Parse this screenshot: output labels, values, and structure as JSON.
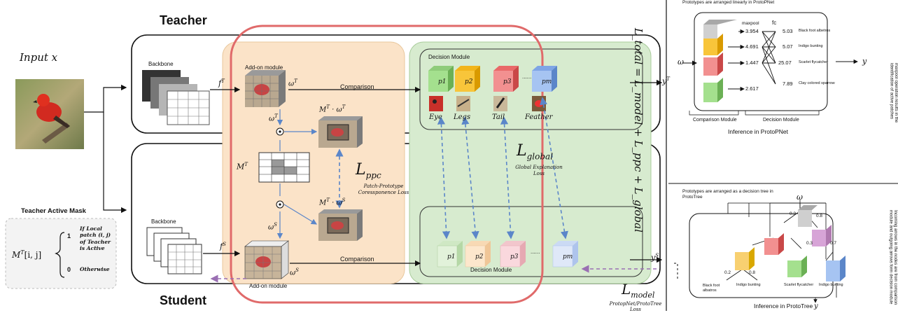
{
  "left": {
    "input_label": "Input  x",
    "active_mask_title": "Teacher Active Mask",
    "mask_formula": "M",
    "mask_sup": "T",
    "mask_args": "[i, j]",
    "case_one_value": "1",
    "case_one_text": "If Local patch (i, j) of Teacher is Active",
    "case_zero_value": "0",
    "case_zero_text": "Otherwise"
  },
  "center": {
    "teacher_title": "Teacher",
    "student_title": "Student",
    "backbone_label": "Backbone",
    "addon_label": "Add-on module",
    "comparison_label": "Comparison",
    "decision_module_label": "Decision Module",
    "part_labels": [
      "Eye",
      "Legs",
      "Tail",
      "Feather"
    ],
    "f_teacher": "f",
    "f_student": "f",
    "omega": "ω",
    "sup_t": "T",
    "sup_s": "S",
    "mask_times_omega": "M",
    "dot_omega": " · ω",
    "l_ppc": "L",
    "l_ppc_sub": "ppc",
    "ppc_desc": "Patch-Prototype Coressponence Loss",
    "l_global": "L",
    "l_global_sub": "global",
    "global_desc": "Global Explanation Loss",
    "l_model": "L",
    "l_model_sub": "model",
    "model_desc": "ProtopNet/ProtoTree Loss",
    "y_label": "y",
    "ldots": "......",
    "prototypes_t": [
      "p1",
      "p2",
      "p3",
      "pm"
    ],
    "prototypes_s": [
      "p1",
      "p2",
      "p3",
      "pm"
    ],
    "total_loss": "L_total = L_model + L_ppc + L_global"
  },
  "protopnet": {
    "top_text": "Prototypes are arranged linearly in ProtoPNet",
    "maxpool": "maxpool",
    "fc": "fc",
    "scores": [
      "3.954",
      "4.691",
      "1.447",
      "2.617"
    ],
    "outputs": [
      "5.03",
      "5.07",
      "25.07",
      "7.89"
    ],
    "classes": [
      "Black foot albetros",
      "Indigo bunting",
      "Scarlet flycatcher",
      "Clay colored sparrow"
    ],
    "comparison_module": "Comparison Module",
    "decision_module": "Decision Module",
    "caption": "Inference in ProtoPNet",
    "side_note": "maxpool operation results in the identification of active patches",
    "y": "y",
    "omega": "ω"
  },
  "prototree": {
    "top_text": "Prototypes are arranged as a decision tree in ProtoTree",
    "edge_values": [
      "0.2",
      "0.8",
      "0.3",
      "0.7",
      "0.2",
      "0.8"
    ],
    "leaves": [
      "Black foot albatros",
      "Indigo bunting",
      "Scarlet flycatcher",
      "Indigo bunting"
    ],
    "caption": "Inference in ProtoTree",
    "side_note": "Incoming arrows in the nodes are from comparison module and outgoing arrows form decision module",
    "y": "y",
    "omega": "ω"
  }
}
